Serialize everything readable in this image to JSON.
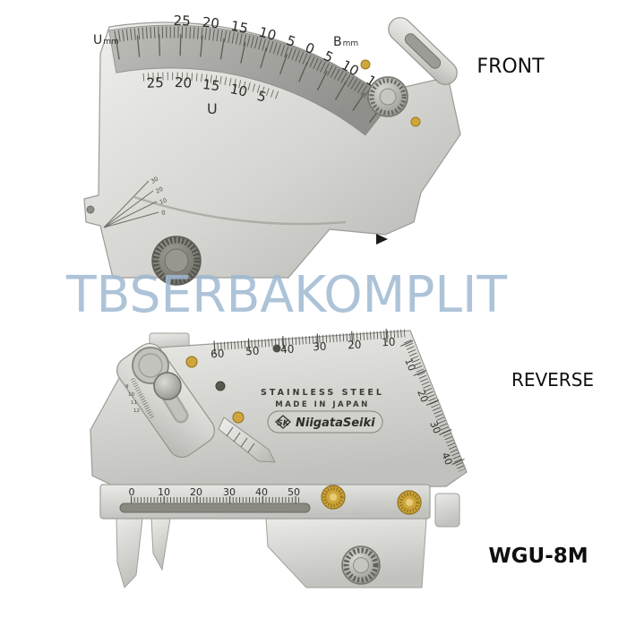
{
  "photo": {
    "watermark_text": "TBSERBAKOMPLIT",
    "front_label": "FRONT",
    "reverse_label": "REVERSE",
    "model_label": "WGU-8M"
  },
  "colors": {
    "watermark": "#9fb9d2",
    "brass": "#cfa63b",
    "steel_light": "#e9e9e6",
    "steel_dark": "#b6b6b2",
    "caption_text": "#0f0f0f"
  },
  "front_gauge": {
    "outer_scale": "25 20 15 10 5 0 5 10 15 20 25",
    "inner_scale": "25 20 15 10 5 0",
    "inner_scale_label": "U",
    "unit_left_letter": "U",
    "unit_right_letter": "B",
    "unit_suffix": "mm",
    "angle_scale": [
      "30",
      "20",
      "10",
      "0"
    ]
  },
  "reverse_gauge": {
    "top_scale": [
      "60",
      "50",
      "40",
      "30",
      "20",
      "10"
    ],
    "right_scale": [
      "10",
      "20",
      "30",
      "40"
    ],
    "bottom_scale": [
      "0",
      "10",
      "20",
      "30",
      "40",
      "50"
    ],
    "material_line1": "STAINLESS  STEEL",
    "material_line2": "MADE  IN  JAPAN",
    "logo_mark": "SK",
    "logo_brand": "NiigataSeiki",
    "arm_scale": [
      "9",
      "10",
      "11",
      "12"
    ]
  }
}
